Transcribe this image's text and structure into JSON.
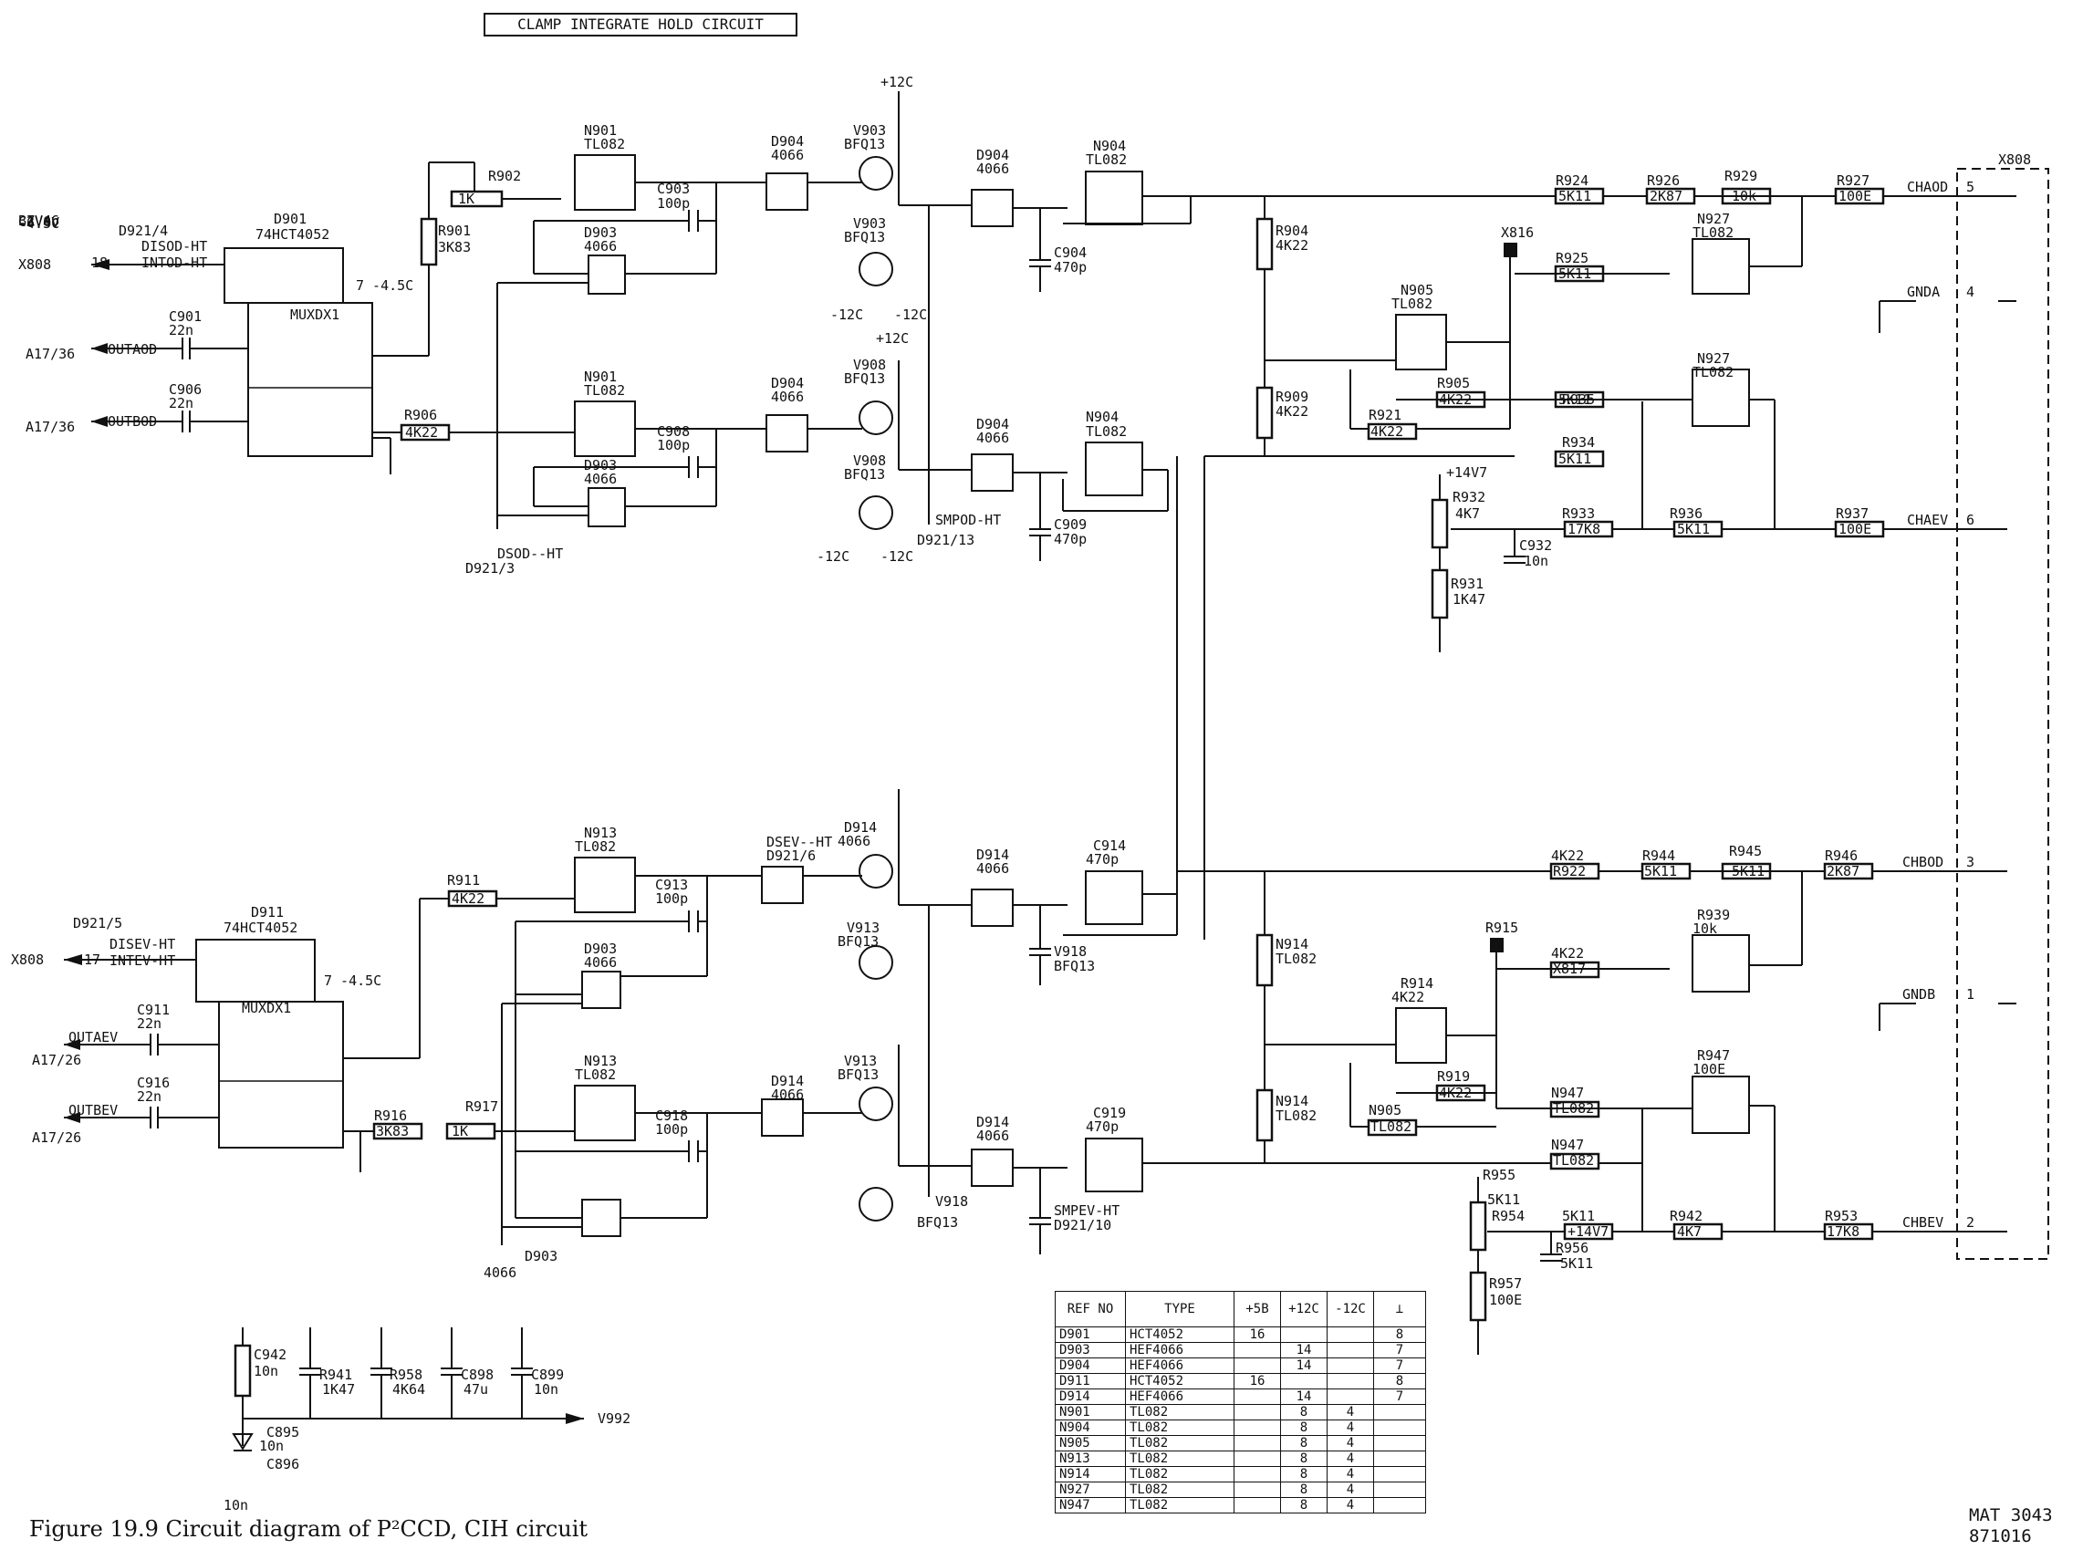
{
  "title": "CLAMP INTEGRATE HOLD CIRCUIT",
  "caption": "Figure 19.9 Circuit diagram of P²CCD, CIH circuit",
  "mat_code": [
    "MAT 3043",
    "871016"
  ],
  "connector": "X808",
  "outputs": [
    {
      "name": "CHAOD",
      "pin": "5"
    },
    {
      "name": "GNDA",
      "pin": "4"
    },
    {
      "name": "CHAEV",
      "pin": "6"
    },
    {
      "name": "CHBOD",
      "pin": "3"
    },
    {
      "name": "GNDB",
      "pin": "1"
    },
    {
      "name": "CHBEV",
      "pin": "2"
    }
  ],
  "labels": [
    "D921/4",
    "DISOD-HT",
    "INTOD-HT",
    "X808",
    "18",
    "D901",
    "74HCT4052",
    "MUXDX1",
    "7 -4.5C",
    "C901",
    "22n",
    "OUTAOD",
    "A17/36",
    "C906",
    "22n",
    "OUTBOD",
    "A17/36",
    "R901",
    "3K83",
    "R902",
    "1K",
    "R906",
    "4K22",
    "N901",
    "TL082",
    "N901",
    "TL082",
    "C903",
    "100p",
    "C908",
    "100p",
    "D903",
    "4066",
    "D903",
    "4066",
    "DSOD--HT",
    "D921/3",
    "D904",
    "4066",
    "D904",
    "4066",
    "D904",
    "4066",
    "D904",
    "4066",
    "V903",
    "BFQ13",
    "V903",
    "BFQ13",
    "V908",
    "BFQ13",
    "V908",
    "BFQ13",
    "+12C",
    "+12C",
    "-12C",
    "-12C",
    "-12C",
    "-12C",
    "SMPOD-HT",
    "D921/13",
    "C904",
    "470p",
    "C909",
    "470p",
    "N904",
    "TL082",
    "N904",
    "TL082",
    "R904",
    "4K22",
    "R909",
    "4K22",
    "N905",
    "TL082",
    "R905",
    "4K22",
    "R921",
    "4K22",
    "X816",
    "R924",
    "5K11",
    "R925",
    "5K11",
    "R926",
    "2K87",
    "R929",
    "10k",
    "R927",
    "100E",
    "N927",
    "TL082",
    "N927",
    "TL082",
    "R935",
    "5K11",
    "R934",
    "5K11",
    "+14V7",
    "R932",
    "4K7",
    "R933",
    "17K8",
    "R936",
    "5K11",
    "R937",
    "100E",
    "C932",
    "10n",
    "R931",
    "1K47",
    "D921/5",
    "DISEV-HT",
    "INTEV-HT",
    "X808",
    "17",
    "D911",
    "74HCT4052",
    "MUXDX1",
    "7 -4.5C",
    "C911",
    "22n",
    "OUTAEV",
    "A17/26",
    "C916",
    "22n",
    "OUTBEV",
    "A17/26",
    "R911",
    "4K22",
    "R916",
    "3K83",
    "R917",
    "1K",
    "N913",
    "TL082",
    "N913",
    "TL082",
    "C913",
    "100p",
    "C918",
    "100p",
    "D903",
    "4066",
    "D903",
    "4066",
    "DSEV--HT",
    "D921/6",
    "D914",
    "4066",
    "D914",
    "4066",
    "D914",
    "4066",
    "D914",
    "4066",
    "V913",
    "BFQ13",
    "V913",
    "BFQ13",
    "V918",
    "BFQ13",
    "V918",
    "BFQ13",
    "SMPEV-HT",
    "D921/10",
    "C914",
    "470p",
    "C919",
    "470p",
    "N914",
    "TL082",
    "N914",
    "TL082",
    "R914",
    "4K22",
    "R919",
    "4K22",
    "N905",
    "TL082",
    "R915",
    "4K22",
    "R922",
    "4K22",
    "X817",
    "R944",
    "5K11",
    "R945",
    "5K11",
    "R946",
    "2K87",
    "R939",
    "10k",
    "R947",
    "100E",
    "N947",
    "TL082",
    "N947",
    "TL082",
    "R955",
    "5K11",
    "R954",
    "5K11",
    "+14V7",
    "R942",
    "4K7",
    "R953",
    "17K8",
    "R956",
    "5K11",
    "R957",
    "100E",
    "C942",
    "10n",
    "R941",
    "1K47",
    "R958",
    "4K64",
    "C898",
    "47u",
    "C899",
    "10n",
    "C895",
    "10n",
    "C896",
    "10n",
    "V992",
    "BZV46",
    "C2V0",
    "-6.4V",
    "-4.5C"
  ],
  "supply_table": {
    "headers": [
      "REF NO",
      "TYPE",
      "+5B",
      "+12C",
      "-12C",
      "⊥"
    ],
    "rows": [
      [
        "D901",
        "HCT4052",
        "16",
        "",
        "",
        "8"
      ],
      [
        "D903",
        "HEF4066",
        "",
        "14",
        "",
        "7"
      ],
      [
        "D904",
        "HEF4066",
        "",
        "14",
        "",
        "7"
      ],
      [
        "D911",
        "HCT4052",
        "16",
        "",
        "",
        "8"
      ],
      [
        "D914",
        "HEF4066",
        "",
        "14",
        "",
        "7"
      ],
      [
        "N901",
        "TL082",
        "",
        "8",
        "4",
        ""
      ],
      [
        "N904",
        "TL082",
        "",
        "8",
        "4",
        ""
      ],
      [
        "N905",
        "TL082",
        "",
        "8",
        "4",
        ""
      ],
      [
        "N913",
        "TL082",
        "",
        "8",
        "4",
        ""
      ],
      [
        "N914",
        "TL082",
        "",
        "8",
        "4",
        ""
      ],
      [
        "N927",
        "TL082",
        "",
        "8",
        "4",
        ""
      ],
      [
        "N947",
        "TL082",
        "",
        "8",
        "4",
        ""
      ]
    ]
  }
}
